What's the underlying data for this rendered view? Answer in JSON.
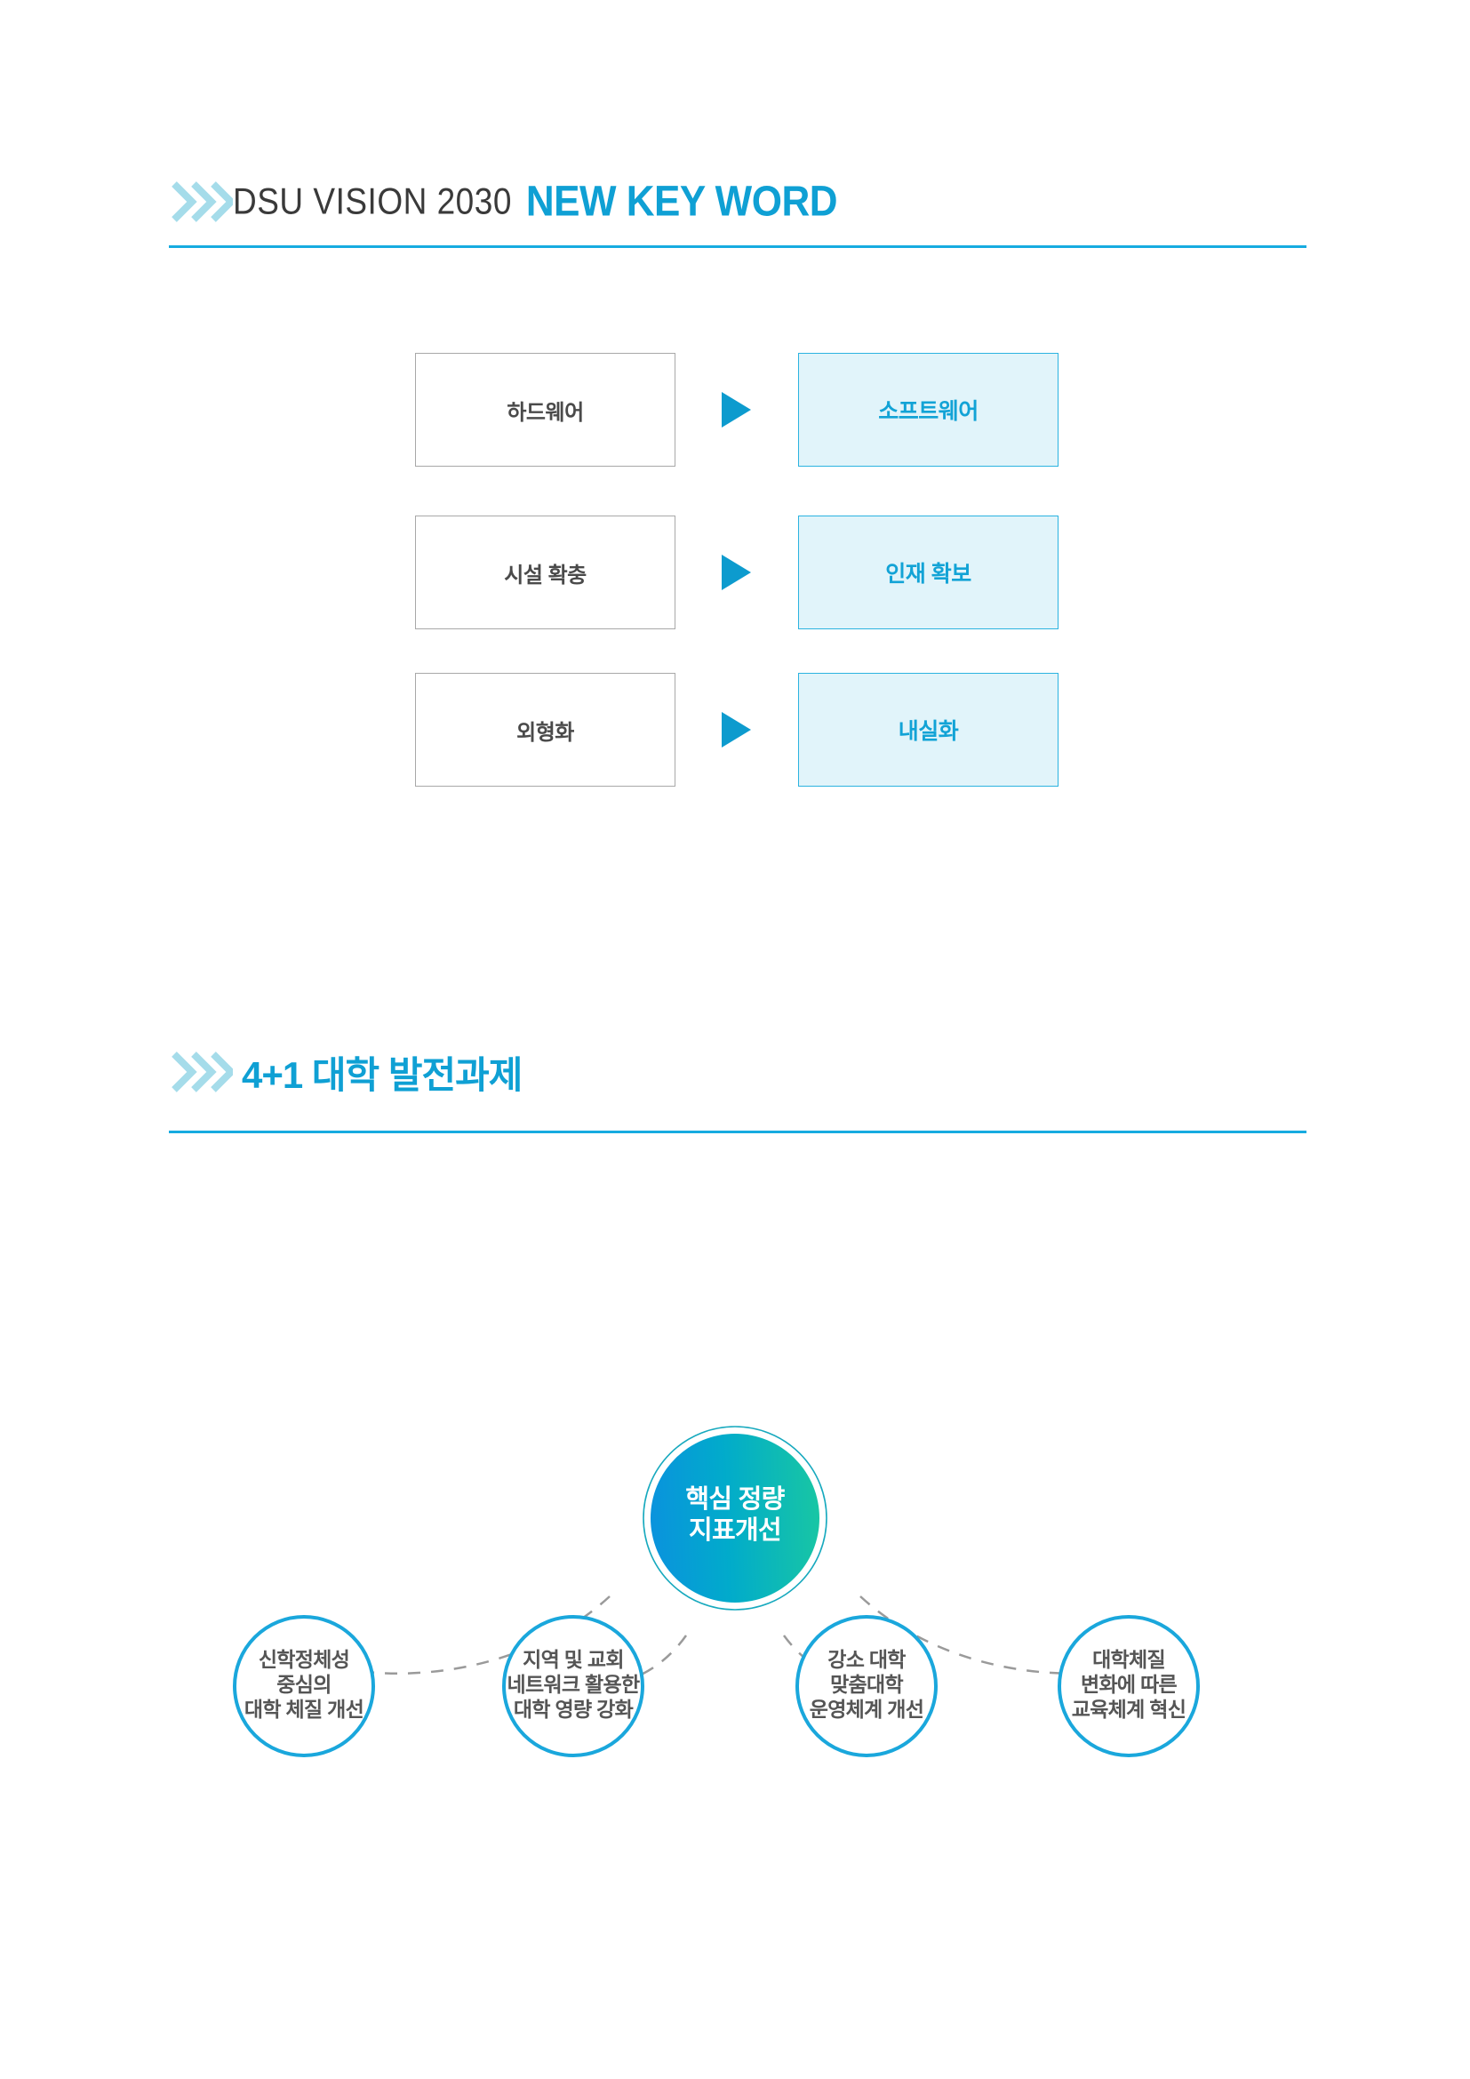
{
  "sections": [
    {
      "id": "new-key-word",
      "icon": "triple-chevron-icon",
      "title_thin": "DSU VISION 2030",
      "title_bold": "NEW KEY WORD",
      "rule_color": "#17ABE0"
    },
    {
      "id": "development-tasks",
      "icon": "triple-chevron-icon",
      "title_kr": "4+1 대학 발전과제",
      "rule_color": "#17ABE0"
    }
  ],
  "keyword_rows": [
    {
      "from": "하드웨어",
      "arrow": "play-triangle-icon",
      "to": "소프트웨어"
    },
    {
      "from": "시설 확충",
      "arrow": "play-triangle-icon",
      "to": "인재 확보"
    },
    {
      "from": "외형화",
      "arrow": "play-triangle-icon",
      "to": "내실화"
    }
  ],
  "diagram": {
    "center": {
      "line1": "핵심 정량",
      "line2": "지표개선",
      "gradient_from": "#0C9BD8",
      "gradient_to": "#16C4A8",
      "ring_color": "#16A8BC",
      "text_color": "#FFFFFF"
    },
    "connector_color": "#9a9a9a",
    "leaf_border_color": "#1AA7DC",
    "leaves": [
      {
        "line1": "신학정체성",
        "line2": "중심의",
        "line3": "대학 체질 개선"
      },
      {
        "line1": "지역 및 교회",
        "line2": "네트워크 활용한",
        "line3": "대학 영량 강화"
      },
      {
        "line1": "강소 대학",
        "line2": "맞춤대학",
        "line3": "운영체계 개선"
      },
      {
        "line1": "대학체질",
        "line2": "변화에 따른",
        "line3": "교육체계 혁신"
      }
    ]
  },
  "colors": {
    "accent_blue": "#0FA0D4",
    "chevron_blue": "#A5DCEA",
    "box_old_border": "#a8a8a8",
    "box_new_bg": "#E1F4FA",
    "box_new_border": "#2BB3E0",
    "arrow_blue": "#0D9BCE",
    "text_dark": "#4a4a4a"
  }
}
